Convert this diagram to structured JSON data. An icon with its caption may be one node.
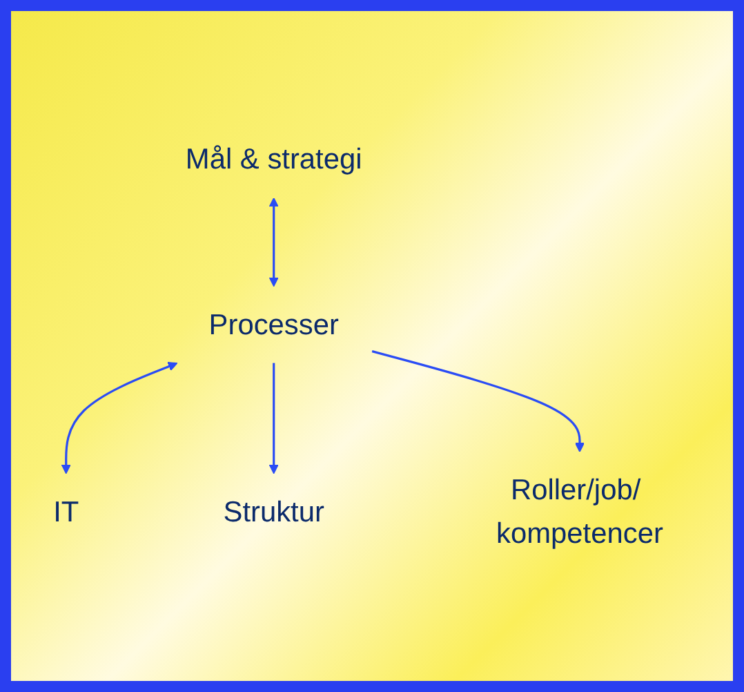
{
  "diagram": {
    "nodes": [
      {
        "text": [
          "Mål & strategi"
        ]
      },
      {
        "text": [
          "Processer"
        ]
      },
      {
        "text": [
          "IT"
        ]
      },
      {
        "text": [
          "Struktur"
        ]
      },
      {
        "text": [
          "Roller/job/ kompetencer"
        ]
      }
    ],
    "edges": [
      {
        "from": 0,
        "to": 1,
        "arrow": "both"
      },
      {
        "from": 1,
        "to": 2,
        "arrow": "both"
      },
      {
        "from": 1,
        "to": 3,
        "arrow": "to"
      },
      {
        "from": 1,
        "to": 4,
        "arrow": "to"
      }
    ]
  }
}
